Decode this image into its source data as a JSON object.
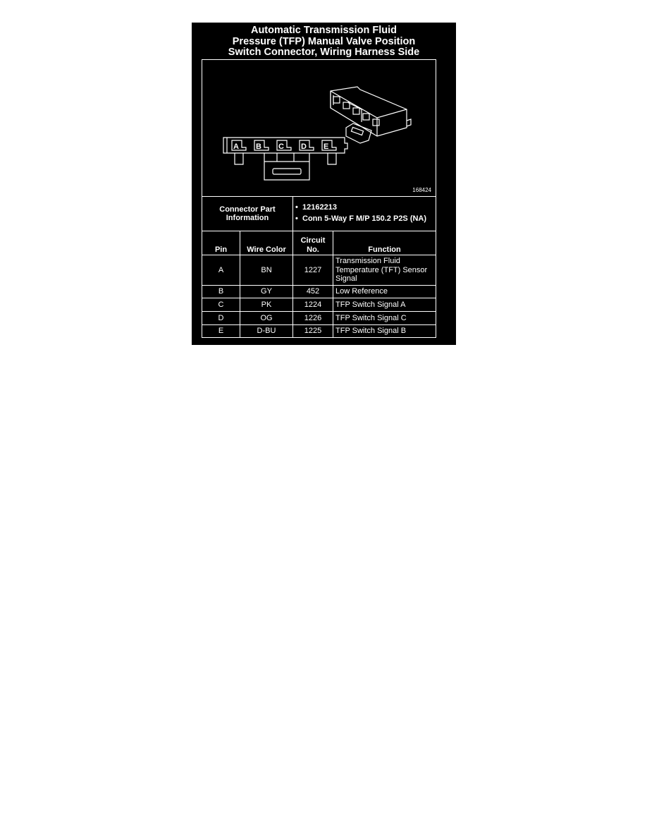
{
  "title": [
    "Automatic Transmission Fluid",
    "Pressure (TFP) Manual Valve Position",
    "Switch Connector, Wiring Harness Side"
  ],
  "diagram": {
    "pin_labels": [
      "A",
      "B",
      "C",
      "D",
      "E"
    ],
    "figure_number": "168424"
  },
  "part_info": {
    "label": "Connector Part Information",
    "items": [
      "12162213",
      "Conn 5-Way F M/P 150.2 P2S (NA)"
    ]
  },
  "table": {
    "headers": [
      "Pin",
      "Wire Color",
      "Circuit No.",
      "Function"
    ],
    "rows": [
      {
        "pin": "A",
        "color": "BN",
        "circuit": "1227",
        "function": "Transmission Fluid Temperature (TFT) Sensor Signal"
      },
      {
        "pin": "B",
        "color": "GY",
        "circuit": "452",
        "function": "Low Reference"
      },
      {
        "pin": "C",
        "color": "PK",
        "circuit": "1224",
        "function": "TFP Switch Signal A"
      },
      {
        "pin": "D",
        "color": "OG",
        "circuit": "1226",
        "function": "TFP Switch Signal C"
      },
      {
        "pin": "E",
        "color": "D-BU",
        "circuit": "1225",
        "function": "TFP Switch Signal B"
      }
    ]
  }
}
